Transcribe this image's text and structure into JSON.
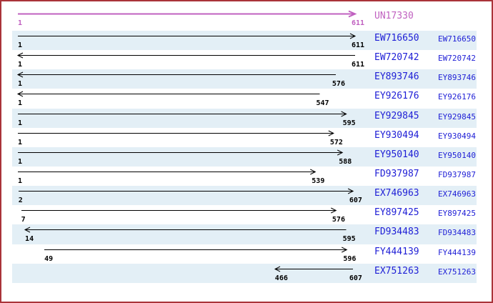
{
  "panel": {
    "border_color": "#AA3339",
    "band_color": "#E3EFF6",
    "background_color": "#FFFFFF",
    "reference_color": "#C061C0",
    "accession_color": "#1E1ED6",
    "arrow_color": "#000000"
  },
  "chart_data": {
    "type": "alignment-track",
    "title": "",
    "axis_range": [
      1,
      611
    ],
    "reference": {
      "name": "UN17330",
      "start": 1,
      "end": 611,
      "strand": "+"
    },
    "alignments": [
      {
        "name": "EW716650",
        "start": 1,
        "end": 611,
        "strand": "+"
      },
      {
        "name": "EW720742",
        "start": 1,
        "end": 611,
        "strand": "-"
      },
      {
        "name": "EY893746",
        "start": 1,
        "end": 576,
        "strand": "-"
      },
      {
        "name": "EY926176",
        "start": 1,
        "end": 547,
        "strand": "-"
      },
      {
        "name": "EY929845",
        "start": 1,
        "end": 595,
        "strand": "+"
      },
      {
        "name": "EY930494",
        "start": 1,
        "end": 572,
        "strand": "+"
      },
      {
        "name": "EY950140",
        "start": 1,
        "end": 588,
        "strand": "+"
      },
      {
        "name": "FD937987",
        "start": 1,
        "end": 539,
        "strand": "+"
      },
      {
        "name": "EX746963",
        "start": 2,
        "end": 607,
        "strand": "+"
      },
      {
        "name": "EY897425",
        "start": 7,
        "end": 576,
        "strand": "+"
      },
      {
        "name": "FD934483",
        "start": 14,
        "end": 595,
        "strand": "-"
      },
      {
        "name": "FY444139",
        "start": 49,
        "end": 596,
        "strand": "+"
      },
      {
        "name": "EX751263",
        "start": 466,
        "end": 607,
        "strand": "-"
      }
    ]
  }
}
